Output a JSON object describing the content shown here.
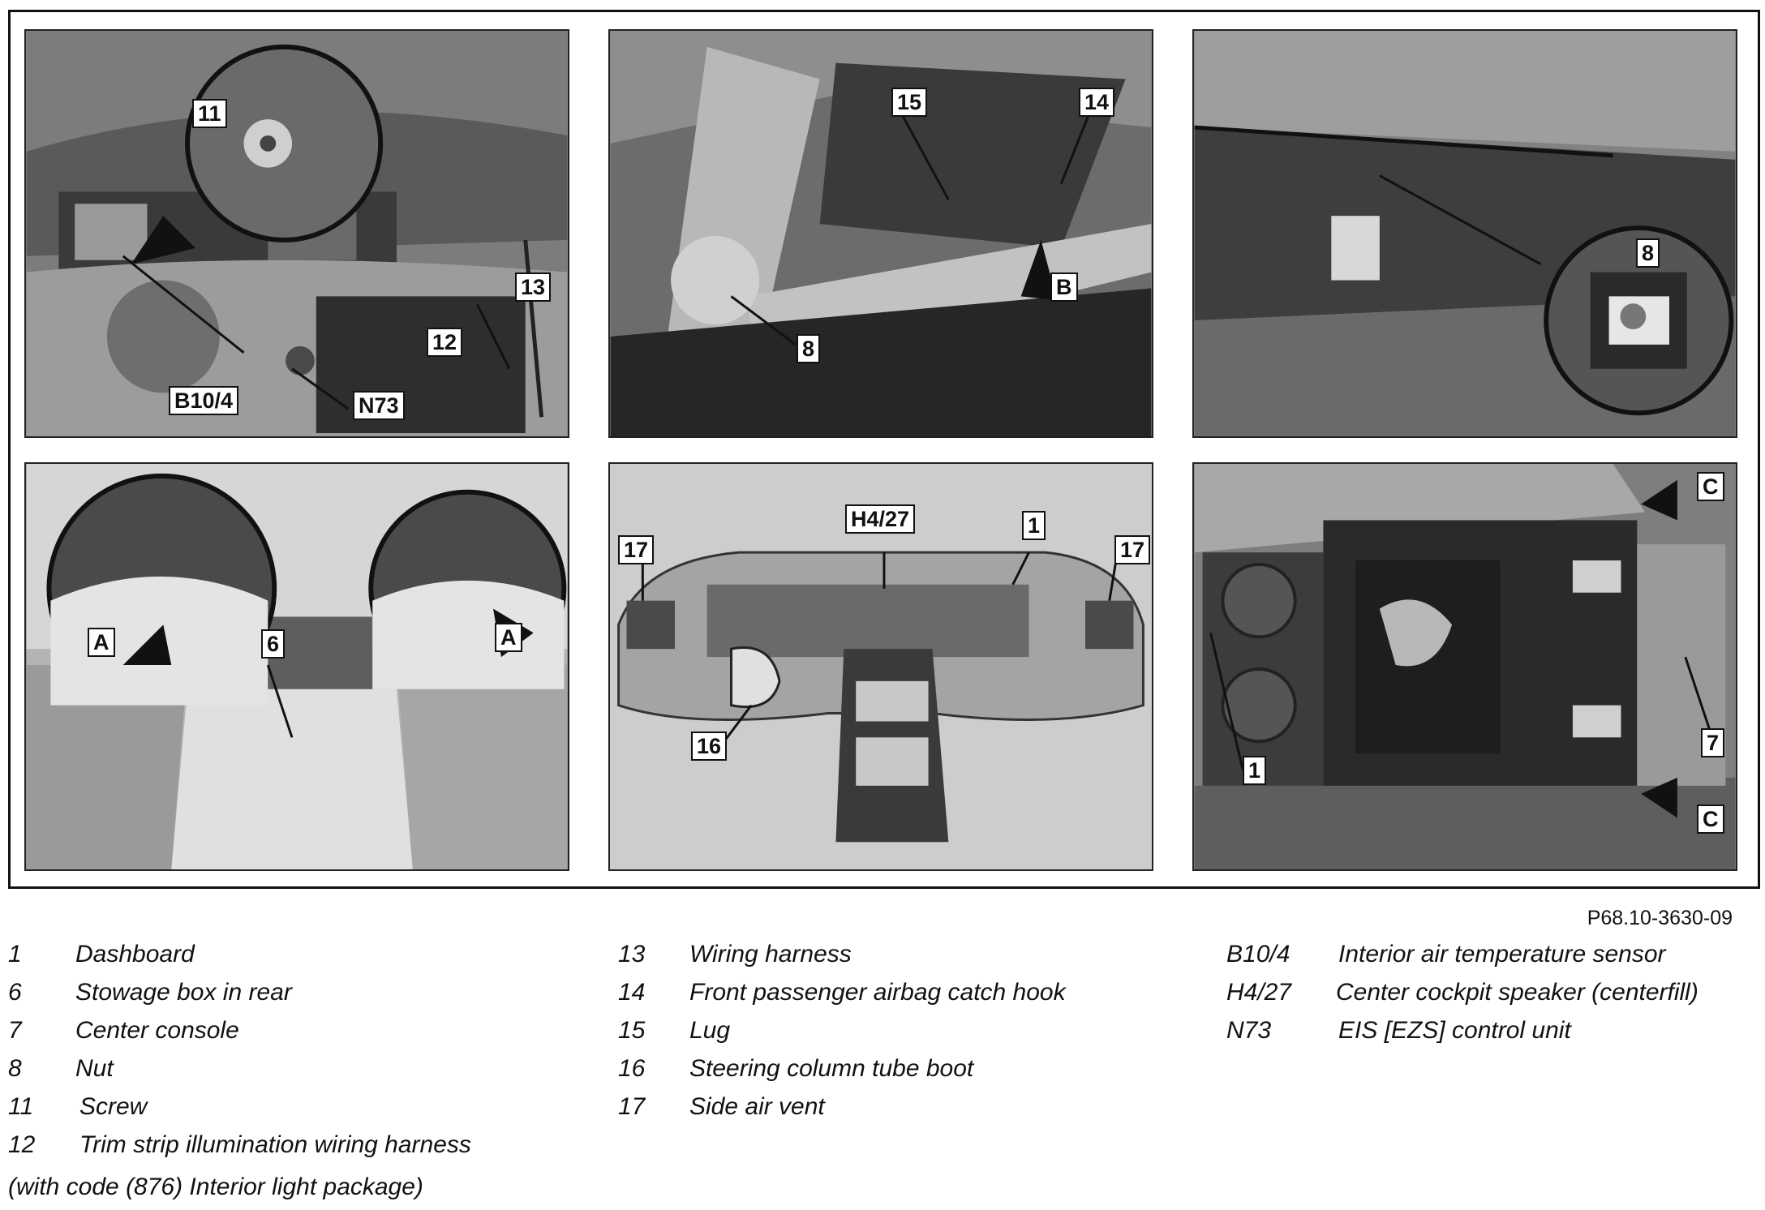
{
  "document": {
    "code": "P68.10-3630-09"
  },
  "panels": {
    "p1": {
      "labels": [
        "11",
        "13",
        "12",
        "B10/4",
        "N73"
      ]
    },
    "p2": {
      "labels": [
        "15",
        "14",
        "B",
        "8"
      ]
    },
    "p3": {
      "labels": [
        "8"
      ]
    },
    "p4": {
      "labels": [
        "A",
        "A",
        "6"
      ]
    },
    "p5": {
      "labels": [
        "H4/27",
        "1",
        "17",
        "17",
        "16"
      ]
    },
    "p6": {
      "labels": [
        "C",
        "C",
        "1",
        "7"
      ]
    }
  },
  "legend": {
    "col1": [
      {
        "num": "1",
        "text": "Dashboard"
      },
      {
        "num": "6",
        "text": "Stowage box in rear"
      },
      {
        "num": "7",
        "text": "Center console"
      },
      {
        "num": "8",
        "text": "Nut"
      },
      {
        "num": "11",
        "text": "Screw"
      },
      {
        "num": "12",
        "text": "Trim strip illumination wiring harness"
      }
    ],
    "col1_continuation": "(with code (876) Interior light package)",
    "col2": [
      {
        "num": "13",
        "text": "Wiring harness"
      },
      {
        "num": "14",
        "text": "Front passenger airbag catch hook"
      },
      {
        "num": "15",
        "text": "Lug"
      },
      {
        "num": "16",
        "text": "Steering column tube boot"
      },
      {
        "num": "17",
        "text": "Side air vent"
      }
    ],
    "col3": [
      {
        "num": "B10/4",
        "text": "Interior air temperature sensor"
      },
      {
        "num": "H4/27",
        "text": "Center cockpit speaker (centerfill)"
      },
      {
        "num": "N73",
        "text": "EIS [EZS] control unit"
      }
    ]
  }
}
